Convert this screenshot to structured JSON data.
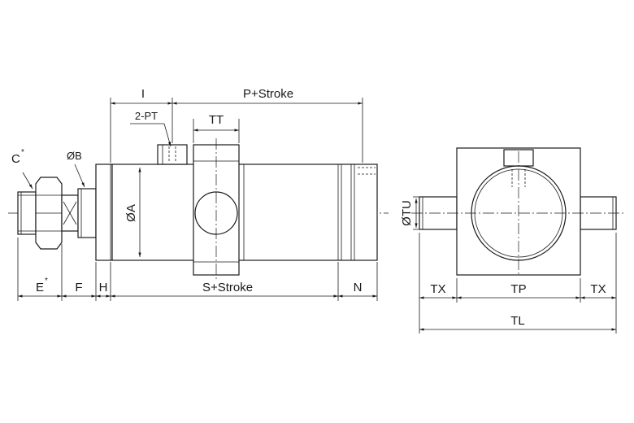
{
  "side_view": {
    "labels": {
      "I": "I",
      "P_stroke": "P+Stroke",
      "two_pt": "2-PT",
      "TT": "TT",
      "C": "C",
      "C_sup": "*",
      "OB": "ØB",
      "OA": "ØA",
      "E": "E",
      "E_sup": "*",
      "F": "F",
      "H": "H",
      "S_stroke": "S+Stroke",
      "N": "N"
    }
  },
  "end_view": {
    "labels": {
      "OTU": "ØTU",
      "TX_left": "TX",
      "TP": "TP",
      "TX_right": "TX",
      "TL": "TL"
    }
  }
}
